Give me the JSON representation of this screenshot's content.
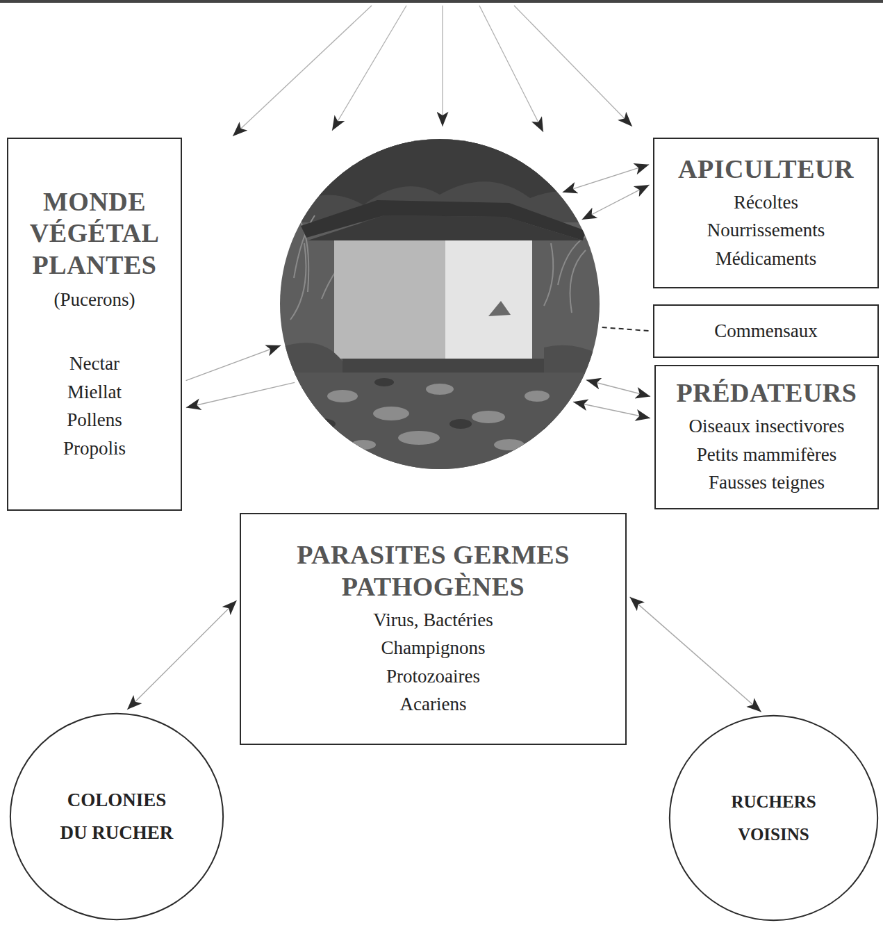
{
  "diagram": {
    "nodes": [
      {
        "text": [
          "MONDE VÉGÉTAL PLANTES",
          "(Pucerons)",
          "Nectar",
          "Miellat",
          "Pollens",
          "Propolis"
        ]
      },
      {
        "text": []
      },
      {
        "text": [
          "APICULTEUR",
          "Récoltes",
          "Nourrissements",
          "Médicaments"
        ]
      },
      {
        "text": [
          "Commensaux"
        ]
      },
      {
        "text": [
          "PRÉDATEURS",
          "Oiseaux insectivores",
          "Petits mammifères",
          "Fausses teignes"
        ]
      },
      {
        "text": [
          "PARASITES GERMES PATHOGÈNES",
          "Virus, Bactéries",
          "Champignons",
          "Protozoaires",
          "Acariens"
        ]
      },
      {
        "text": [
          "COLONIES DU RUCHER"
        ]
      },
      {
        "text": [
          "RUCHERS VOISINS"
        ]
      }
    ],
    "edges": [
      {
        "from": 0,
        "to": 1,
        "arrow": "to"
      },
      {
        "from": 1,
        "to": 0,
        "arrow": "to"
      },
      {
        "from": 1,
        "to": 2,
        "arrow": "both"
      },
      {
        "from": 1,
        "to": 2,
        "arrow": "both"
      },
      {
        "from": 1,
        "to": 3,
        "arrow": "none"
      },
      {
        "from": 1,
        "to": 4,
        "arrow": "both"
      },
      {
        "from": 1,
        "to": 4,
        "arrow": "both"
      },
      {
        "from": 5,
        "to": 6,
        "arrow": "both"
      },
      {
        "from": 5,
        "to": 7,
        "arrow": "both"
      }
    ]
  }
}
